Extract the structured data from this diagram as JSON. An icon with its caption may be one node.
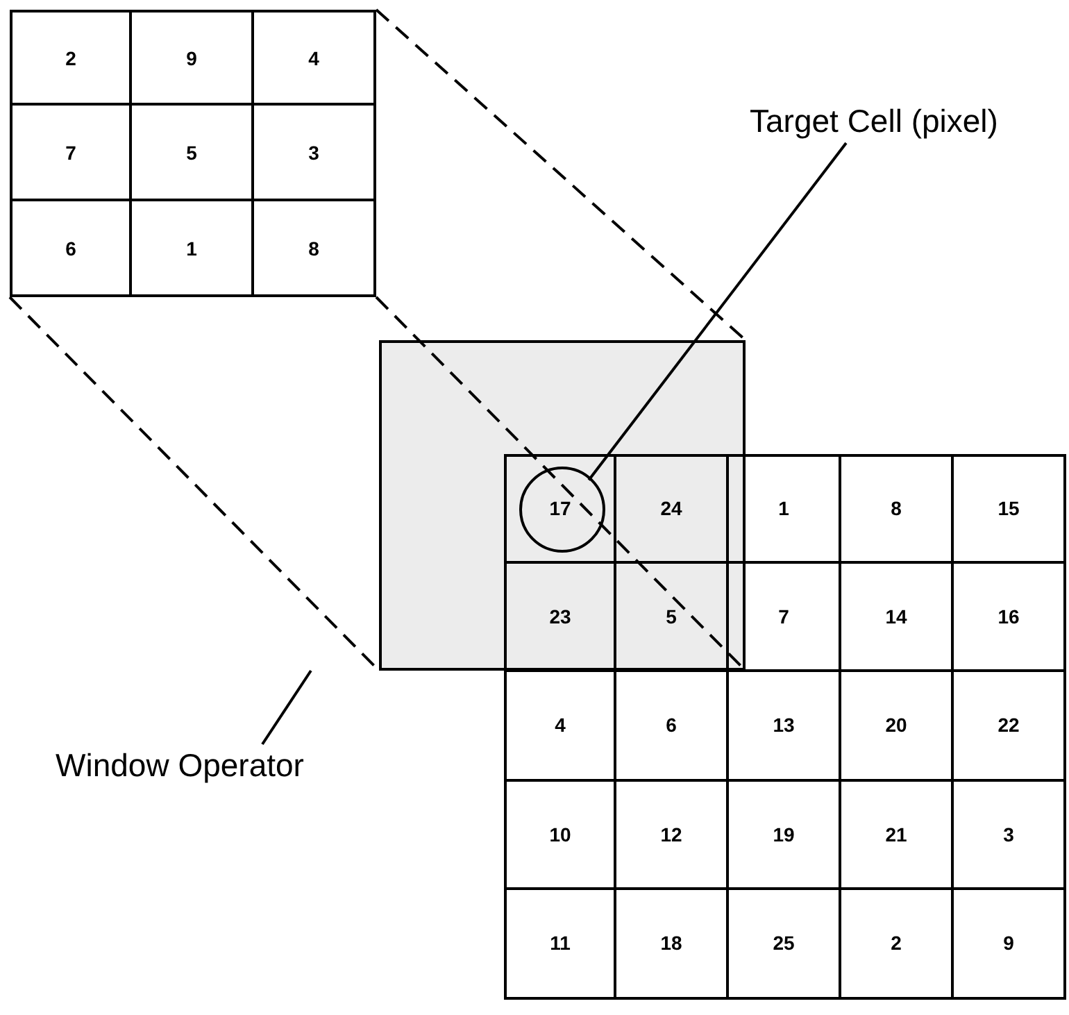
{
  "diagram": {
    "nodes": [
      {
        "text": [
          "Target Cell (pixel)"
        ]
      },
      {
        "text": [],
        "shape": "circle",
        "in": 3
      },
      {
        "text": [
          "Window Operator"
        ]
      },
      {
        "text": [],
        "shape": "box"
      }
    ],
    "edges": [
      {
        "from": 0,
        "to": 1,
        "arrow": "none"
      },
      {
        "from": 2,
        "to": 3,
        "arrow": "none"
      }
    ],
    "labels": [
      "2",
      "9",
      "4",
      "7",
      "5",
      "3",
      "6",
      "1",
      "8",
      "17",
      "24",
      "1",
      "8",
      "15",
      "23",
      "5",
      "7",
      "14",
      "16",
      "4",
      "6",
      "13",
      "20",
      "22",
      "10",
      "12",
      "19",
      "21",
      "3",
      "11",
      "18",
      "25",
      "2",
      "9"
    ]
  }
}
